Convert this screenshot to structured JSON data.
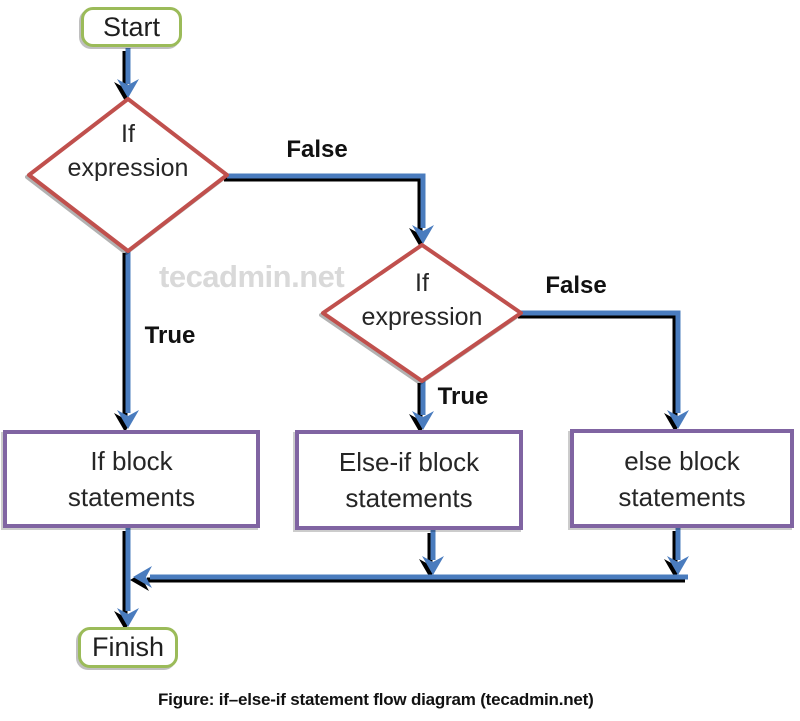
{
  "colors": {
    "terminator_border": "#9BBB59",
    "decision_border": "#C0504D",
    "process_border": "#8064A2",
    "arrow": "#4A7CBE",
    "arrow_shadow": "#000000",
    "watermark": "#D9D9D9",
    "text": "#1F1F1F"
  },
  "watermark": {
    "text": "tecadmin.net"
  },
  "caption": {
    "text": "Figure: if–else-if statement flow diagram (tecadmin.net)"
  },
  "nodes": {
    "start": {
      "label": "Start"
    },
    "decision1": {
      "line1": "If",
      "line2": "expression"
    },
    "decision2": {
      "line1": "If",
      "line2": "expression"
    },
    "if_block": {
      "line1": "If block",
      "line2": "statements"
    },
    "elseif_block": {
      "line1": "Else-if block",
      "line2": "statements"
    },
    "else_block": {
      "line1": "else block",
      "line2": "statements"
    },
    "finish": {
      "label": "Finish"
    }
  },
  "edges": {
    "false1": {
      "label": "False"
    },
    "true1": {
      "label": "True"
    },
    "true2": {
      "label": "True"
    },
    "false2": {
      "label": "False"
    }
  }
}
